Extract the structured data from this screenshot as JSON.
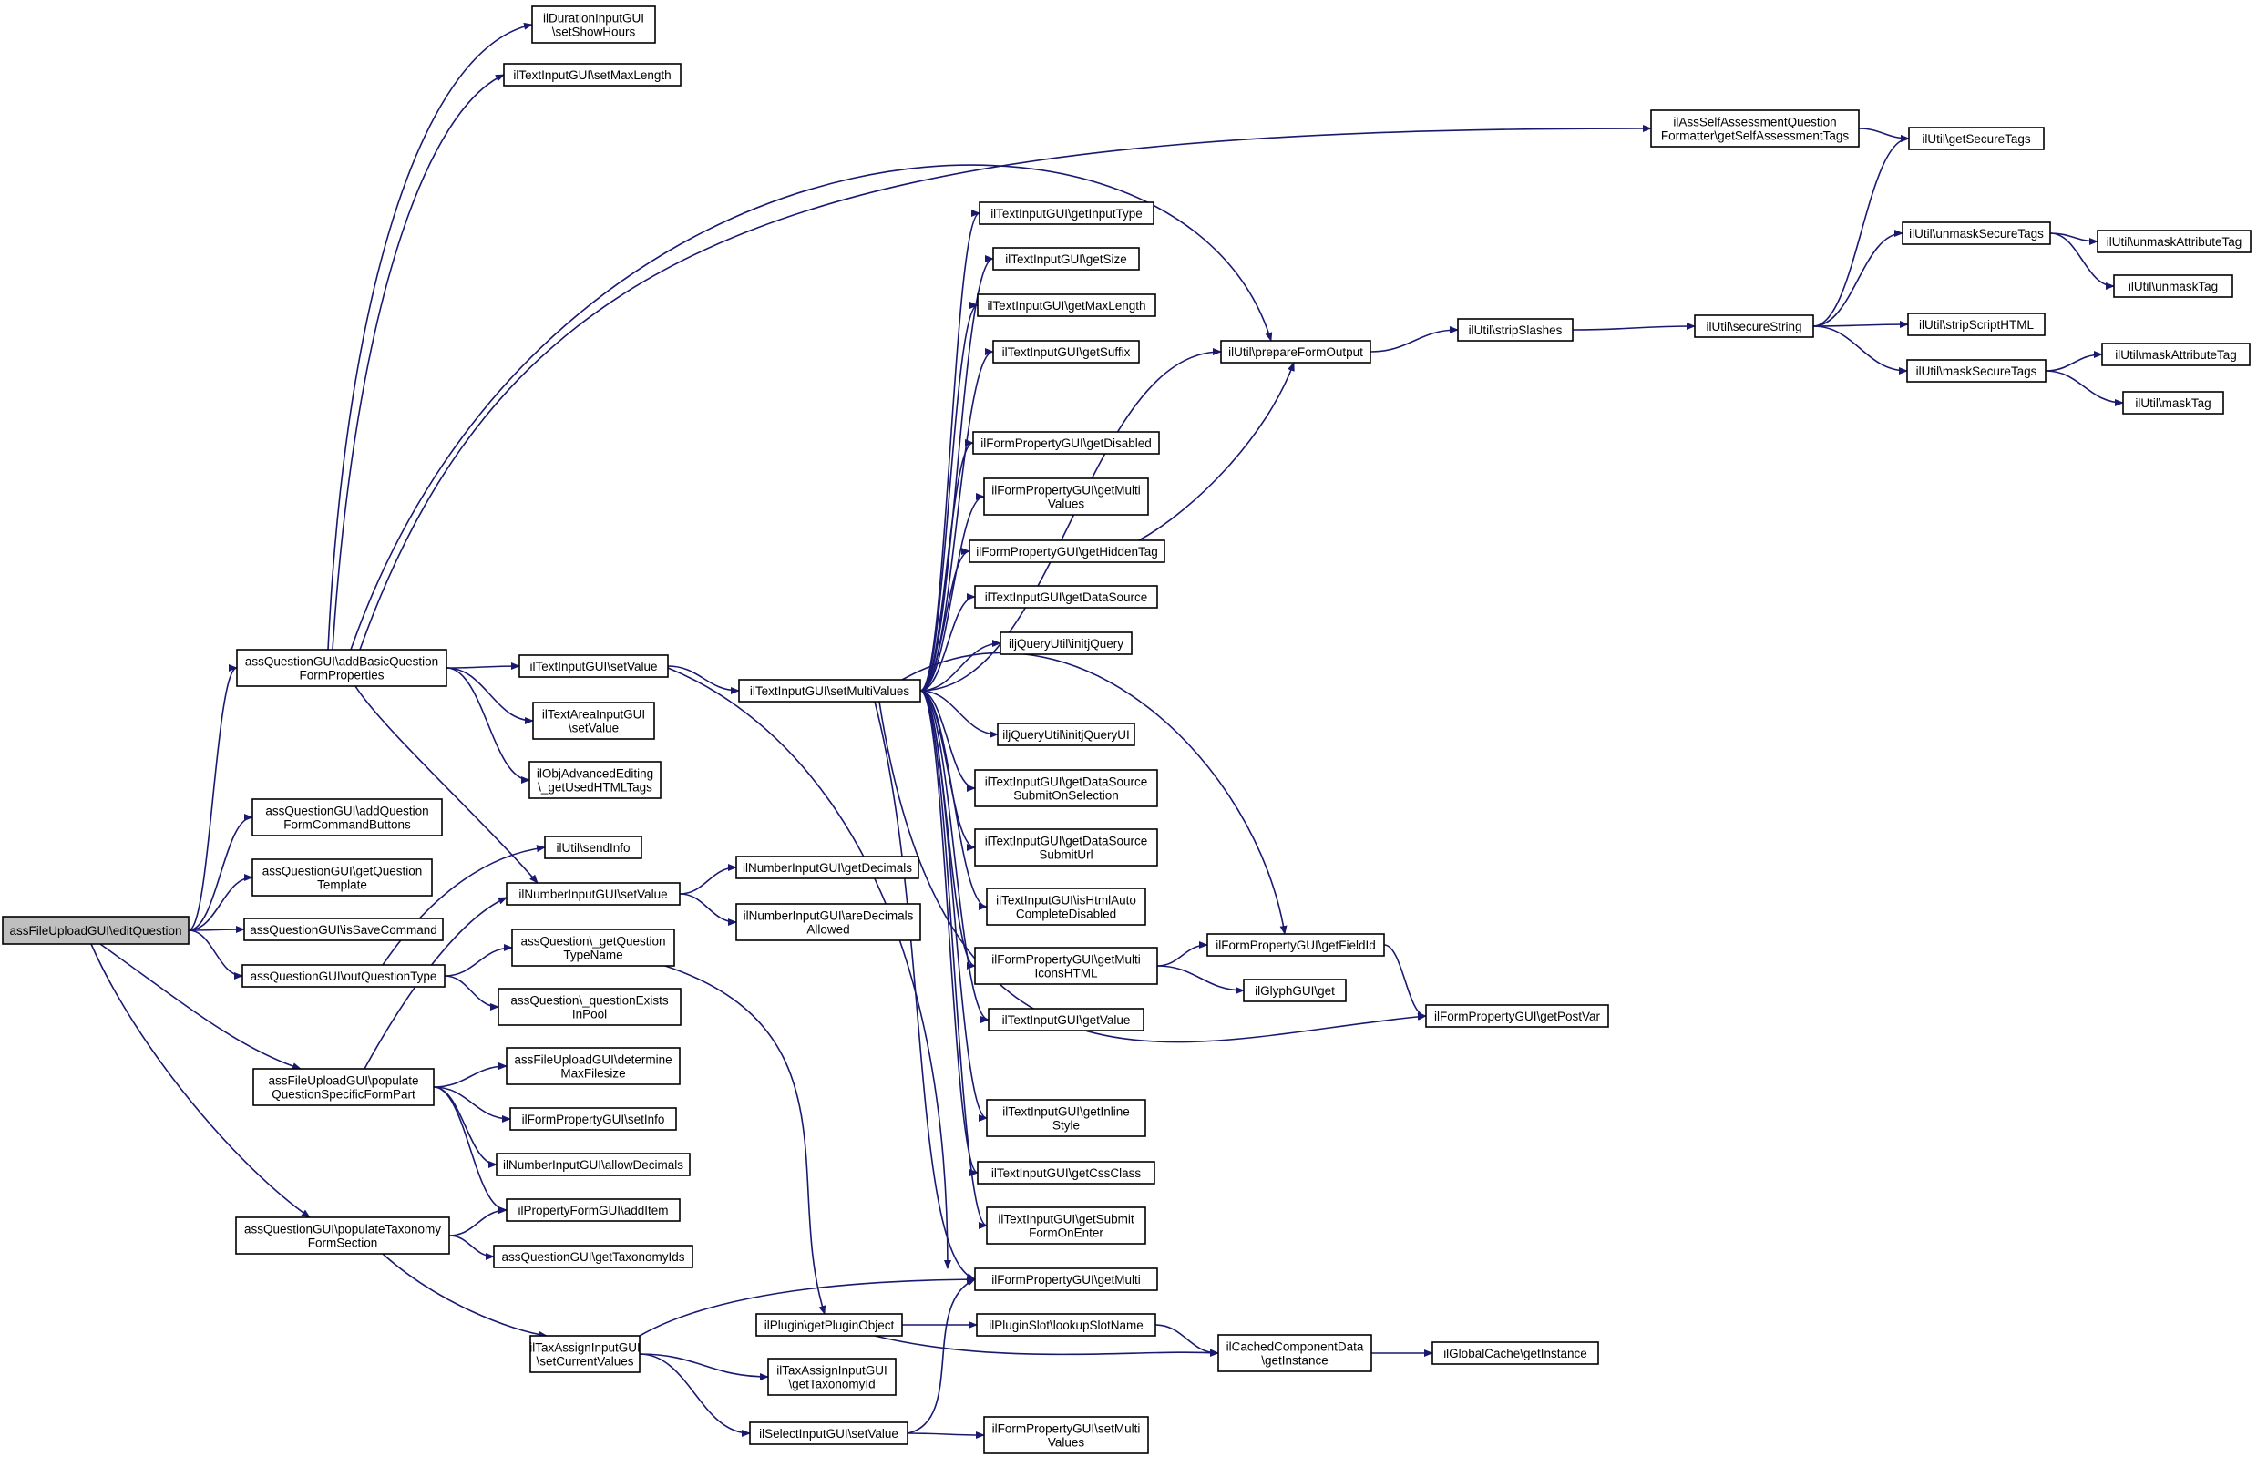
{
  "graph": {
    "type": "call-graph",
    "colors": {
      "edge": "#191970",
      "node_border": "#000000",
      "root_fill": "#bfbfbf",
      "node_fill": "#ffffff"
    },
    "nodes": [
      {
        "id": "n1",
        "lines": [
          "assFileUploadGUI\\editQuestion"
        ],
        "root": true
      },
      {
        "id": "n2",
        "lines": [
          "assQuestionGUI\\addBasicQuestion",
          "FormProperties"
        ]
      },
      {
        "id": "n3",
        "lines": [
          "assQuestionGUI\\addQuestion",
          "FormCommandButtons"
        ]
      },
      {
        "id": "n4",
        "lines": [
          "assQuestionGUI\\getQuestion",
          "Template"
        ]
      },
      {
        "id": "n5",
        "lines": [
          "assQuestionGUI\\isSaveCommand"
        ]
      },
      {
        "id": "n6",
        "lines": [
          "assQuestionGUI\\outQuestionType"
        ]
      },
      {
        "id": "n7",
        "lines": [
          "assFileUploadGUI\\populate",
          "QuestionSpecificFormPart"
        ]
      },
      {
        "id": "n8",
        "lines": [
          "assQuestionGUI\\populateTaxonomy",
          "FormSection"
        ]
      },
      {
        "id": "n9",
        "lines": [
          "ilDurationInputGUI",
          "\\setShowHours"
        ]
      },
      {
        "id": "n10",
        "lines": [
          "ilTextInputGUI\\setMaxLength"
        ]
      },
      {
        "id": "n11",
        "lines": [
          "ilTextInputGUI\\setValue"
        ]
      },
      {
        "id": "n12",
        "lines": [
          "ilTextAreaInputGUI",
          "\\setValue"
        ]
      },
      {
        "id": "n13",
        "lines": [
          "ilObjAdvancedEditing",
          "\\_getUsedHTMLTags"
        ]
      },
      {
        "id": "n14",
        "lines": [
          "ilUtil\\sendInfo"
        ]
      },
      {
        "id": "n15",
        "lines": [
          "ilNumberInputGUI\\setValue"
        ]
      },
      {
        "id": "n16",
        "lines": [
          "assQuestion\\_getQuestion",
          "TypeName"
        ]
      },
      {
        "id": "n17",
        "lines": [
          "assQuestion\\_questionExists",
          "InPool"
        ]
      },
      {
        "id": "n18",
        "lines": [
          "assFileUploadGUI\\determine",
          "MaxFilesize"
        ]
      },
      {
        "id": "n19",
        "lines": [
          "ilFormPropertyGUI\\setInfo"
        ]
      },
      {
        "id": "n20",
        "lines": [
          "ilNumberInputGUI\\allowDecimals"
        ]
      },
      {
        "id": "n21",
        "lines": [
          "ilPropertyFormGUI\\addItem"
        ]
      },
      {
        "id": "n22",
        "lines": [
          "assQuestionGUI\\getTaxonomyIds"
        ]
      },
      {
        "id": "n23",
        "lines": [
          "ilTaxAssignInputGUI",
          "\\setCurrentValues"
        ]
      },
      {
        "id": "n24",
        "lines": [
          "ilTextInputGUI\\setMultiValues"
        ]
      },
      {
        "id": "n25",
        "lines": [
          "ilNumberInputGUI\\getDecimals"
        ]
      },
      {
        "id": "n26",
        "lines": [
          "ilNumberInputGUI\\areDecimals",
          "Allowed"
        ]
      },
      {
        "id": "n27",
        "lines": [
          "ilPlugin\\getPluginObject"
        ]
      },
      {
        "id": "n28",
        "lines": [
          "ilTaxAssignInputGUI",
          "\\getTaxonomyId"
        ]
      },
      {
        "id": "n29",
        "lines": [
          "ilSelectInputGUI\\setValue"
        ]
      },
      {
        "id": "n30",
        "lines": [
          "ilTextInputGUI\\getInputType"
        ]
      },
      {
        "id": "n31",
        "lines": [
          "ilTextInputGUI\\getSize"
        ]
      },
      {
        "id": "n32",
        "lines": [
          "ilTextInputGUI\\getMaxLength"
        ]
      },
      {
        "id": "n33",
        "lines": [
          "ilTextInputGUI\\getSuffix"
        ]
      },
      {
        "id": "n34",
        "lines": [
          "ilFormPropertyGUI\\getDisabled"
        ]
      },
      {
        "id": "n35",
        "lines": [
          "ilFormPropertyGUI\\getMulti",
          "Values"
        ]
      },
      {
        "id": "n36",
        "lines": [
          "ilFormPropertyGUI\\getHiddenTag"
        ]
      },
      {
        "id": "n37",
        "lines": [
          "ilTextInputGUI\\getDataSource"
        ]
      },
      {
        "id": "n38",
        "lines": [
          "iljQueryUtil\\initjQuery"
        ]
      },
      {
        "id": "n39",
        "lines": [
          "iljQueryUtil\\initjQueryUI"
        ]
      },
      {
        "id": "n40",
        "lines": [
          "ilTextInputGUI\\getDataSource",
          "SubmitOnSelection"
        ]
      },
      {
        "id": "n41",
        "lines": [
          "ilTextInputGUI\\getDataSource",
          "SubmitUrl"
        ]
      },
      {
        "id": "n42",
        "lines": [
          "ilTextInputGUI\\isHtmlAuto",
          "CompleteDisabled"
        ]
      },
      {
        "id": "n43",
        "lines": [
          "ilFormPropertyGUI\\getMulti",
          "IconsHTML"
        ]
      },
      {
        "id": "n44",
        "lines": [
          "ilTextInputGUI\\getValue"
        ]
      },
      {
        "id": "n45",
        "lines": [
          "ilTextInputGUI\\getInline",
          "Style"
        ]
      },
      {
        "id": "n46",
        "lines": [
          "ilTextInputGUI\\getCssClass"
        ]
      },
      {
        "id": "n47",
        "lines": [
          "ilTextInputGUI\\getSubmit",
          "FormOnEnter"
        ]
      },
      {
        "id": "n48",
        "lines": [
          "ilFormPropertyGUI\\getMulti"
        ]
      },
      {
        "id": "n49",
        "lines": [
          "ilPluginSlot\\lookupSlotName"
        ]
      },
      {
        "id": "n50",
        "lines": [
          "ilFormPropertyGUI\\setMulti",
          "Values"
        ]
      },
      {
        "id": "n51",
        "lines": [
          "ilAssSelfAssessmentQuestion",
          "Formatter\\getSelfAssessmentTags"
        ]
      },
      {
        "id": "n52",
        "lines": [
          "ilUtil\\prepareFormOutput"
        ]
      },
      {
        "id": "n53",
        "lines": [
          "ilFormPropertyGUI\\getFieldId"
        ]
      },
      {
        "id": "n54",
        "lines": [
          "ilGlyphGUI\\get"
        ]
      },
      {
        "id": "n55",
        "lines": [
          "ilFormPropertyGUI\\getPostVar"
        ]
      },
      {
        "id": "n56",
        "lines": [
          "ilCachedComponentData",
          "\\getInstance"
        ]
      },
      {
        "id": "n57",
        "lines": [
          "ilUtil\\stripSlashes"
        ]
      },
      {
        "id": "n58",
        "lines": [
          "ilGlobalCache\\getInstance"
        ]
      },
      {
        "id": "n59",
        "lines": [
          "ilUtil\\getSecureTags"
        ]
      },
      {
        "id": "n60",
        "lines": [
          "ilUtil\\secureString"
        ]
      },
      {
        "id": "n61",
        "lines": [
          "ilUtil\\unmaskSecureTags"
        ]
      },
      {
        "id": "n62",
        "lines": [
          "ilUtil\\stripScriptHTML"
        ]
      },
      {
        "id": "n63",
        "lines": [
          "ilUtil\\maskSecureTags"
        ]
      },
      {
        "id": "n64",
        "lines": [
          "ilUtil\\unmaskAttributeTag"
        ]
      },
      {
        "id": "n65",
        "lines": [
          "ilUtil\\unmaskTag"
        ]
      },
      {
        "id": "n66",
        "lines": [
          "ilUtil\\maskAttributeTag"
        ]
      },
      {
        "id": "n67",
        "lines": [
          "ilUtil\\maskTag"
        ]
      }
    ],
    "edges": [
      [
        "n1",
        "n2"
      ],
      [
        "n1",
        "n3"
      ],
      [
        "n1",
        "n4"
      ],
      [
        "n1",
        "n5"
      ],
      [
        "n1",
        "n6"
      ],
      [
        "n1",
        "n7"
      ],
      [
        "n1",
        "n8"
      ],
      [
        "n2",
        "n9"
      ],
      [
        "n2",
        "n10"
      ],
      [
        "n2",
        "n11"
      ],
      [
        "n2",
        "n12"
      ],
      [
        "n2",
        "n13"
      ],
      [
        "n2",
        "n15"
      ],
      [
        "n2",
        "n51"
      ],
      [
        "n2",
        "n52"
      ],
      [
        "n6",
        "n14"
      ],
      [
        "n6",
        "n16"
      ],
      [
        "n6",
        "n17"
      ],
      [
        "n7",
        "n15"
      ],
      [
        "n7",
        "n18"
      ],
      [
        "n7",
        "n19"
      ],
      [
        "n7",
        "n20"
      ],
      [
        "n7",
        "n21"
      ],
      [
        "n8",
        "n21"
      ],
      [
        "n8",
        "n22"
      ],
      [
        "n8",
        "n23"
      ],
      [
        "n11",
        "n24"
      ],
      [
        "n11",
        "n48"
      ],
      [
        "n15",
        "n25"
      ],
      [
        "n15",
        "n26"
      ],
      [
        "n16",
        "n27"
      ],
      [
        "n23",
        "n28"
      ],
      [
        "n23",
        "n29"
      ],
      [
        "n23",
        "n48"
      ],
      [
        "n24",
        "n30"
      ],
      [
        "n24",
        "n31"
      ],
      [
        "n24",
        "n32"
      ],
      [
        "n24",
        "n33"
      ],
      [
        "n24",
        "n34"
      ],
      [
        "n24",
        "n35"
      ],
      [
        "n24",
        "n36"
      ],
      [
        "n24",
        "n37"
      ],
      [
        "n24",
        "n38"
      ],
      [
        "n24",
        "n39"
      ],
      [
        "n24",
        "n40"
      ],
      [
        "n24",
        "n41"
      ],
      [
        "n24",
        "n42"
      ],
      [
        "n24",
        "n43"
      ],
      [
        "n24",
        "n44"
      ],
      [
        "n24",
        "n45"
      ],
      [
        "n24",
        "n46"
      ],
      [
        "n24",
        "n47"
      ],
      [
        "n24",
        "n48"
      ],
      [
        "n24",
        "n52"
      ],
      [
        "n24",
        "n53"
      ],
      [
        "n24",
        "n55"
      ],
      [
        "n27",
        "n49"
      ],
      [
        "n27",
        "n56"
      ],
      [
        "n29",
        "n48"
      ],
      [
        "n29",
        "n50"
      ],
      [
        "n36",
        "n52"
      ],
      [
        "n43",
        "n53"
      ],
      [
        "n43",
        "n54"
      ],
      [
        "n49",
        "n56"
      ],
      [
        "n51",
        "n59"
      ],
      [
        "n52",
        "n57"
      ],
      [
        "n53",
        "n55"
      ],
      [
        "n56",
        "n58"
      ],
      [
        "n57",
        "n60"
      ],
      [
        "n60",
        "n59"
      ],
      [
        "n60",
        "n61"
      ],
      [
        "n60",
        "n62"
      ],
      [
        "n60",
        "n63"
      ],
      [
        "n61",
        "n64"
      ],
      [
        "n61",
        "n65"
      ],
      [
        "n63",
        "n66"
      ],
      [
        "n63",
        "n67"
      ]
    ]
  }
}
